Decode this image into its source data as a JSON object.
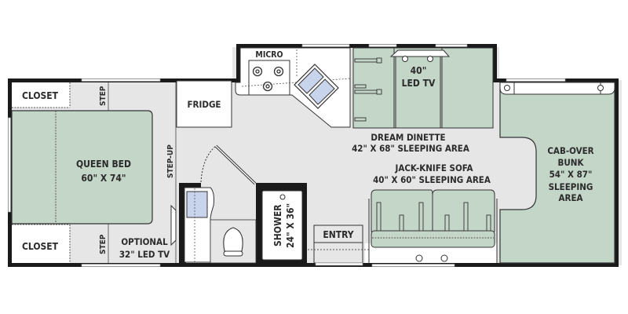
{
  "colors": {
    "wall": "#1a1a1a",
    "floor": "#e6e6e6",
    "furniture_green": "#c3d6c8",
    "fixture_white": "#ffffff",
    "sink_blue": "#c8d4ec",
    "outline": "#333333"
  },
  "rooms": {
    "closet_top": "CLOSET",
    "closet_bottom": "CLOSET",
    "step_top": "STEP",
    "step_bottom": "STEP",
    "step_up": "STEP-UP",
    "queen_bed": {
      "name": "QUEEN BED",
      "size": "60\" X 74\""
    },
    "optional_tv": {
      "line1": "OPTIONAL",
      "line2": "32\" LED TV"
    },
    "fridge": "FRIDGE",
    "micro": "MICRO",
    "led_tv": {
      "line1": "40\"",
      "line2": "LED TV"
    },
    "dream_dinette": {
      "name": "DREAM DINETTE",
      "size": "42\" X 68\" SLEEPING AREA"
    },
    "jack_knife_sofa": {
      "name": "JACK-KNIFE SOFA",
      "size": "40\" X 60\" SLEEPING AREA"
    },
    "cab_over_bunk": {
      "line1": "CAB-OVER",
      "line2": "BUNK",
      "line3": "54\" X 87\"",
      "line4": "SLEEPING",
      "line5": "AREA"
    },
    "shower": {
      "name": "SHOWER",
      "size": "24\" X 36\""
    },
    "entry": "ENTRY"
  }
}
